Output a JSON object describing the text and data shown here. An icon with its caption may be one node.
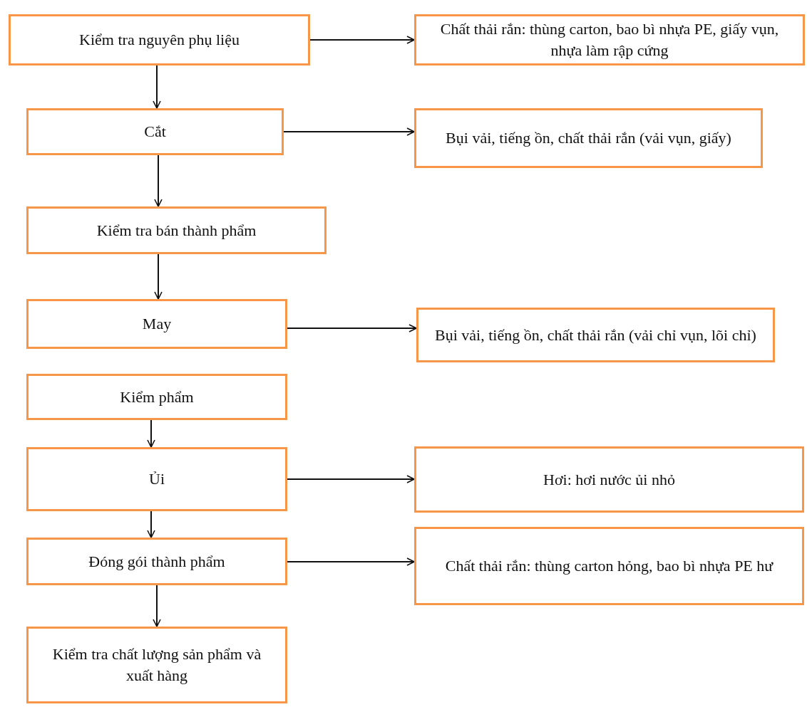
{
  "diagram": {
    "nodes": [
      {
        "text": [
          "Kiểm tra nguyên phụ liệu"
        ]
      },
      {
        "text": [
          "Chất thải rắn: thùng carton, bao bì nhựa PE, giấy vụn, nhựa làm rập cứng"
        ]
      },
      {
        "text": [
          "Cắt"
        ]
      },
      {
        "text": [
          "Bụi vải, tiếng ồn, chất thải rắn (vải vụn, giấy)"
        ]
      },
      {
        "text": [
          "Kiểm tra bán thành phẩm"
        ]
      },
      {
        "text": [
          "May"
        ]
      },
      {
        "text": [
          "Bụi vải, tiếng ồn, chất thải rắn (vải chỉ vụn, lõi chỉ)"
        ]
      },
      {
        "text": [
          "Kiểm phẩm"
        ]
      },
      {
        "text": [
          "Ủi"
        ]
      },
      {
        "text": [
          "Hơi: hơi nước ủi nhỏ"
        ]
      },
      {
        "text": [
          "Đóng gói thành phẩm"
        ]
      },
      {
        "text": [
          "Chất thải rắn: thùng carton hỏng, bao bì nhựa PE hư"
        ]
      },
      {
        "text": [
          "Kiểm tra chất lượng sản phẩm và xuất hàng"
        ]
      }
    ],
    "edges": [
      {
        "from": 0,
        "to": 1,
        "arrow": "to"
      },
      {
        "from": 0,
        "to": 2,
        "arrow": "to"
      },
      {
        "from": 2,
        "to": 3,
        "arrow": "to"
      },
      {
        "from": 2,
        "to": 4,
        "arrow": "to"
      },
      {
        "from": 4,
        "to": 5,
        "arrow": "to"
      },
      {
        "from": 5,
        "to": 6,
        "arrow": "to"
      },
      {
        "from": 7,
        "to": 8,
        "arrow": "to"
      },
      {
        "from": 8,
        "to": 9,
        "arrow": "to"
      },
      {
        "from": 8,
        "to": 10,
        "arrow": "to"
      },
      {
        "from": 10,
        "to": 11,
        "arrow": "to"
      },
      {
        "from": 10,
        "to": 12,
        "arrow": "to"
      }
    ]
  }
}
